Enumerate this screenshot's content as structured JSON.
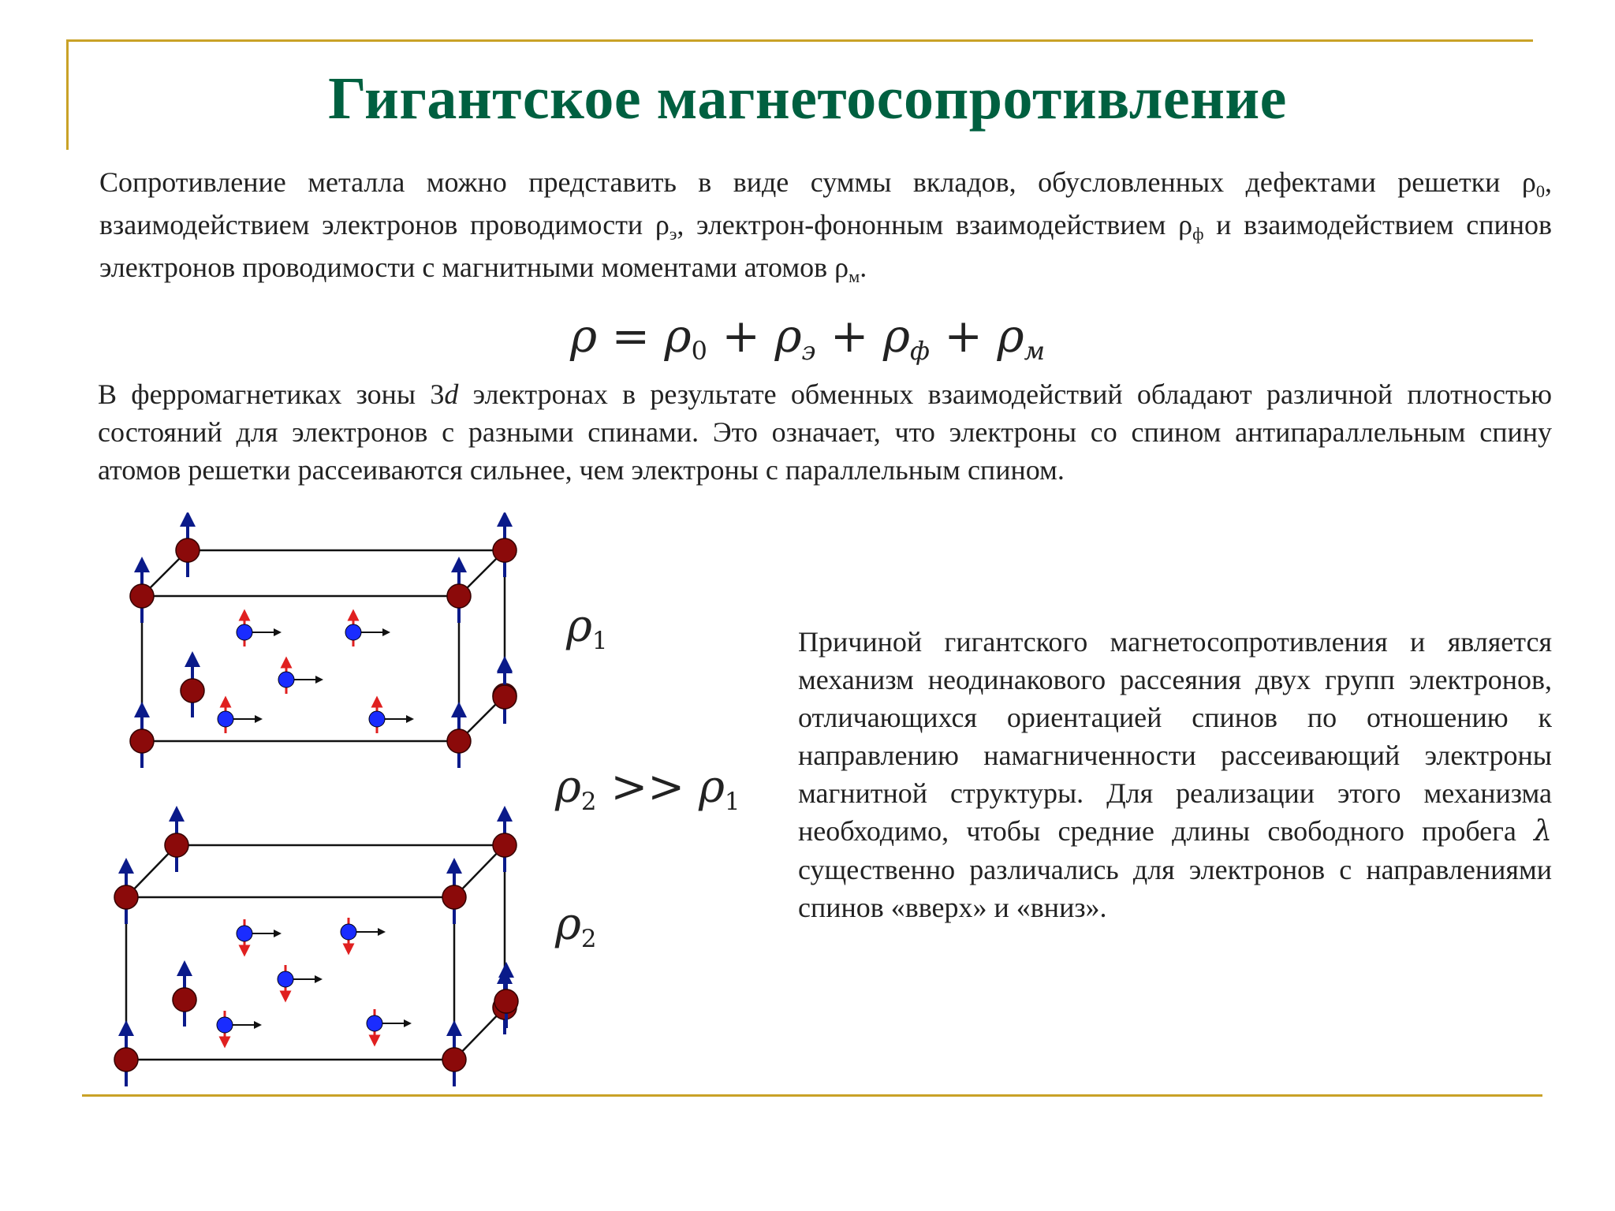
{
  "slide": {
    "title": "Гигантское магнетосопротивление",
    "paragraph1": {
      "text_a": "Сопротивление металла можно представить в виде суммы вкладов, обусловленных дефектами решетки ρ",
      "sub_a": "0",
      "text_b": ", взаимодействием электронов проводимости ρ",
      "sub_b": "э",
      "text_c": ", электрон-фононным взаимодействием ρ",
      "sub_c": "ф",
      "text_d": " и взаимодействием спинов электронов проводимости с магнитными моментами атомов ρ",
      "sub_d": "м",
      "text_e": "."
    },
    "formula": {
      "lhs": "ρ",
      "eq": " = ",
      "t1": "ρ",
      "t1_sub": "0",
      "plus": " + ",
      "t2": "ρ",
      "t2_sub": "э",
      "t3": "ρ",
      "t3_sub": "ф",
      "t4": "ρ",
      "t4_sub": "м"
    },
    "paragraph2": {
      "text_a": "В ферромагнетиках зоны 3",
      "italic_d": "d",
      "text_b": " электронах в результате обменных взаимодействий обладают различной плотностью состояний для электронов с разными спинами. Это означает, что электроны со спином антипараллельным спину  атомов решетки рассеиваются сильнее, чем электроны с параллельным спином."
    },
    "labels": {
      "rho1": "ρ",
      "rho1_sub": "1",
      "rho21_a": "ρ",
      "rho21_sub_a": "2",
      "rho21_op": " >> ",
      "rho21_b": "ρ",
      "rho21_sub_b": "1",
      "rho2": "ρ",
      "rho2_sub": "2"
    },
    "paragraph3": {
      "text_a": "Причиной гигантского магнетосопротивления и является механизм неодинакового рассеяния двух групп электронов, отличающихся ориентацией спинов по отношению к направлению намагниченности рассеивающий электроны магнитной структуры. Для реализации этого механизма необходимо, чтобы средние длины свободного пробега ",
      "lambda": "λ",
      "text_b": " существенно различались для электронов с направлениями спинов «вверх» и «вниз»."
    },
    "colors": {
      "title": "#006040",
      "frame": "#c9a227",
      "atom": "#8b0a0a",
      "atom_spin": "#0a1a8a",
      "electron": "#1a2cff",
      "electron_spin": "#e02020"
    }
  }
}
